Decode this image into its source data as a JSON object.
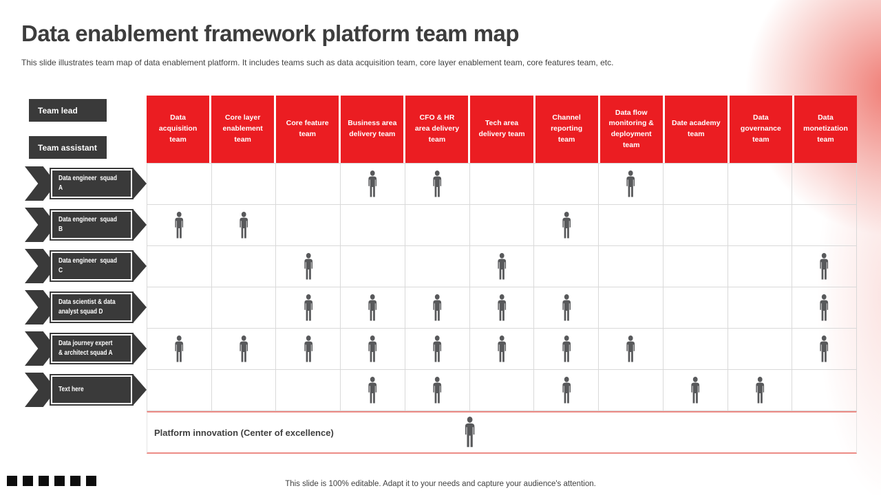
{
  "slide": {
    "title": "Data enablement framework platform team map",
    "subtitle": "This slide illustrates team map of data enablement platform. It includes teams such as data acquisition team, core layer enablement team, core features team, etc.",
    "footer_note": "This slide is 100% editable. Adapt it to your needs and capture your audience's attention."
  },
  "legend": {
    "team_lead": "Team lead",
    "team_assistant": "Team assistant"
  },
  "table": {
    "columns": [
      "Data acquisition team",
      "Core layer enablement team",
      "Core feature team",
      "Business area delivery team",
      "CFO & HR area delivery team",
      "Tech area delivery team",
      "Channel reporting team",
      "Data flow monitoring & deployment team",
      "Date academy team",
      "Data governance team",
      "Data monetization team"
    ],
    "rows": [
      {
        "label": "Data engineer  squad A",
        "cells": [
          0,
          0,
          0,
          1,
          1,
          0,
          0,
          1,
          0,
          0,
          0
        ]
      },
      {
        "label": "Data engineer  squad B",
        "cells": [
          1,
          1,
          0,
          0,
          0,
          0,
          1,
          0,
          0,
          0,
          0
        ]
      },
      {
        "label": "Data engineer  squad C",
        "cells": [
          0,
          0,
          1,
          0,
          0,
          1,
          0,
          0,
          0,
          0,
          1
        ]
      },
      {
        "label": "Data scientist & data analyst squad D",
        "cells": [
          0,
          0,
          1,
          1,
          1,
          1,
          1,
          0,
          0,
          0,
          1
        ]
      },
      {
        "label": "Data journey expert & architect squad A",
        "cells": [
          1,
          1,
          1,
          1,
          1,
          1,
          1,
          1,
          0,
          0,
          1
        ]
      },
      {
        "label": "Text here",
        "cells": [
          0,
          0,
          0,
          1,
          1,
          0,
          1,
          0,
          1,
          1,
          0
        ]
      }
    ],
    "bottom_row": {
      "label": "Platform innovation (Center of excellence)",
      "has_icon": true
    }
  },
  "icons": {
    "cell_marker": "person-icon"
  },
  "colors": {
    "header_red": "#EB1D22",
    "label_dark": "#3A3A3A",
    "person_gray": "#58595B",
    "grid_line": "#D9D9D9",
    "accent_salmon": "#EC8B85"
  }
}
